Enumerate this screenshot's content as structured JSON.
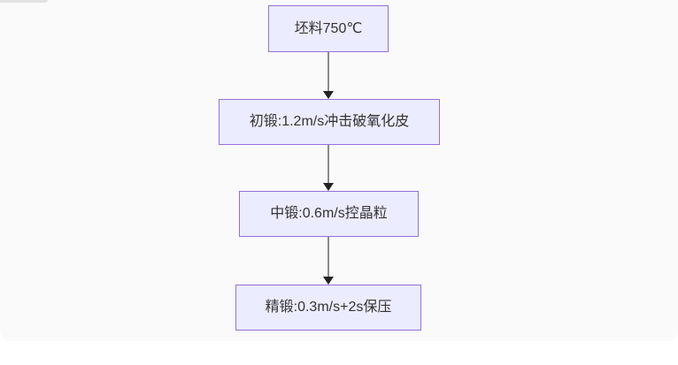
{
  "page": {
    "background": "#ffffff",
    "canvas_background": "#fafafa"
  },
  "flowchart": {
    "type": "vertical-flowchart",
    "node_fill_color": "#ececff",
    "node_border_color": "#9370db",
    "node_text_color": "#333333",
    "edge_line_color": "#8a8a8a",
    "arrowhead_color": "#222222",
    "nodes": [
      {
        "id": "node-1",
        "label": "坯料750℃"
      },
      {
        "id": "node-2",
        "label": "初锻:1.2m/s冲击破氧化皮"
      },
      {
        "id": "node-3",
        "label": "中锻:0.6m/s控晶粒"
      },
      {
        "id": "node-4",
        "label": "精锻:0.3m/s+2s保压"
      }
    ],
    "edges": [
      {
        "from": "node-1",
        "to": "node-2"
      },
      {
        "from": "node-2",
        "to": "node-3"
      },
      {
        "from": "node-3",
        "to": "node-4"
      }
    ]
  }
}
